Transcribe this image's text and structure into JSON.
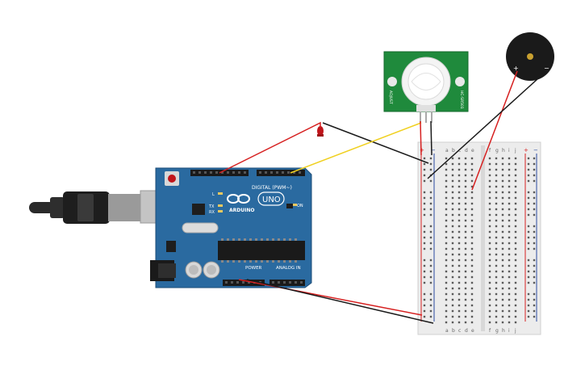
{
  "arduino": {
    "brand": "ARDUINO",
    "model": "UNO",
    "digital_label": "DIGITAL (PWM~)",
    "power_label": "POWER",
    "analog_label": "ANALOG IN",
    "led_l": "L",
    "led_tx": "TX",
    "led_rx": "RX",
    "led_on": "ON"
  },
  "breadboard": {
    "columns_left": [
      "a",
      "b",
      "c",
      "d",
      "e"
    ],
    "columns_right": [
      "f",
      "g",
      "h",
      "i",
      "j"
    ],
    "plus": "+",
    "minus": "−"
  },
  "pir_sensor": {
    "label_left": "ADJUST",
    "label_right": "HC-SR501"
  },
  "buzzer": {
    "plus": "+",
    "minus": "−"
  },
  "colors": {
    "board": "#2a6aa0",
    "breadboard": "#ececec",
    "pir_board": "#1f8a3c",
    "wire_red": "#d62020",
    "wire_black": "#1a1a1a",
    "wire_yellow": "#f0d020",
    "led": "#c0141a",
    "buzzer": "#1a1a1a"
  }
}
